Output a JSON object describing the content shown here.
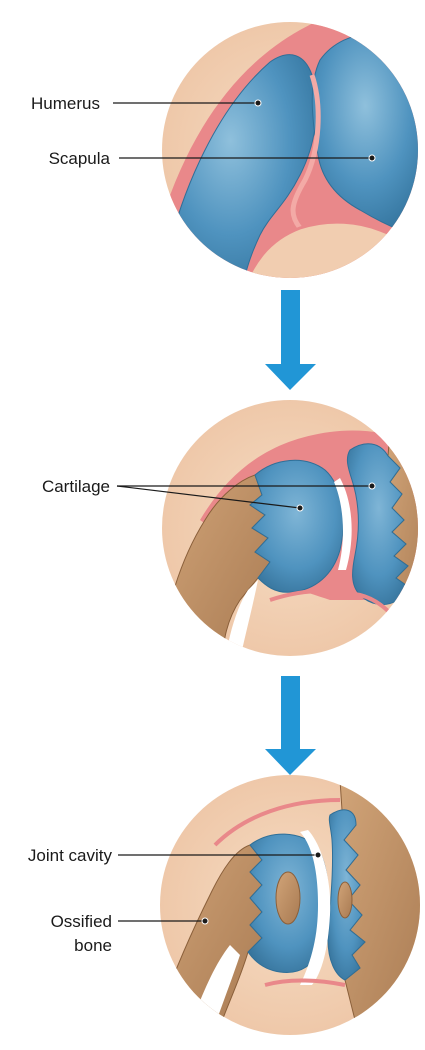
{
  "panels": [
    {
      "id": "panel-1",
      "labels": [
        "Humerus",
        "Scapula"
      ]
    },
    {
      "id": "panel-2",
      "labels": [
        "Cartilage"
      ]
    },
    {
      "id": "panel-3",
      "labels": [
        "Joint cavity",
        "Ossified",
        "bone"
      ]
    }
  ],
  "colors": {
    "skin": "#f1cdb0",
    "cartilage_blue": "#4f93bf",
    "cartilage_blue_dark": "#2f6f98",
    "cartilage_blue_light": "#8fc0dc",
    "membrane_pink": "#e9888a",
    "membrane_pink_light": "#f3aaa6",
    "bone_tan": "#b6875d",
    "bone_tan_light": "#d1a478",
    "arrow_blue": "#2196d6",
    "cavity_white": "#ffffff",
    "leader_line": "#1a1a1a"
  },
  "icons": [
    "down-arrow-icon",
    "down-arrow-icon"
  ]
}
